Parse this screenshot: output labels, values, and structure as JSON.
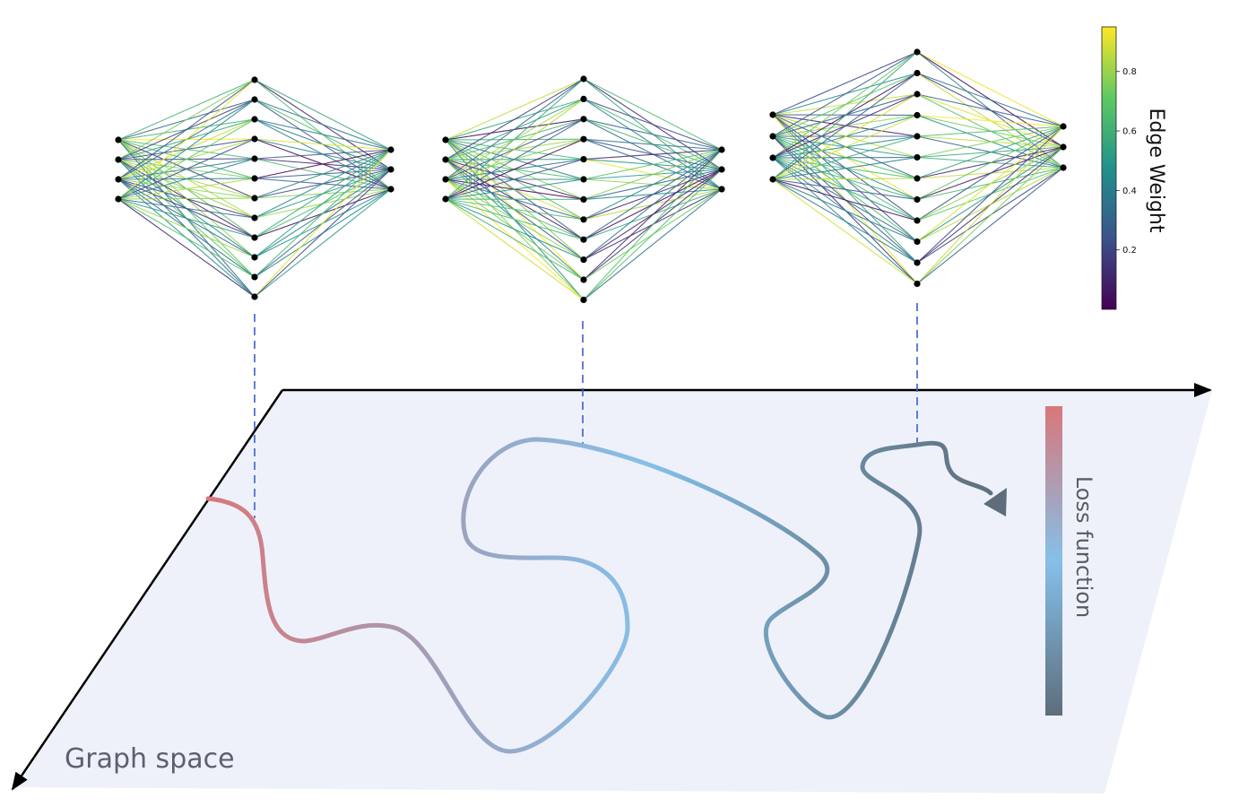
{
  "labels": {
    "graph_space": "Graph space",
    "loss_function": "Loss function",
    "colorbar_title": "Edge Weight"
  },
  "colorbar": {
    "ticks": [
      "0.2",
      "0.4",
      "0.6",
      "0.8"
    ],
    "tick_values": [
      0.2,
      0.4,
      0.6,
      0.8
    ],
    "range": [
      0.0,
      0.95
    ],
    "colormap": [
      "#440154",
      "#3b528b",
      "#21918c",
      "#5ec962",
      "#fde725"
    ]
  },
  "networks": [
    {
      "layers": [
        4,
        12,
        3
      ]
    },
    {
      "layers": [
        4,
        12,
        3
      ]
    },
    {
      "layers": [
        4,
        12,
        3
      ]
    }
  ],
  "loss_gradient": [
    "#d9777a",
    "#9aa4c2",
    "#85c0ea",
    "#5e6d7b"
  ],
  "colors": {
    "plane_fill": "#eef1f9",
    "axis": "#000000",
    "dashed_connector": "#3a5fcd",
    "node": "#000000"
  }
}
